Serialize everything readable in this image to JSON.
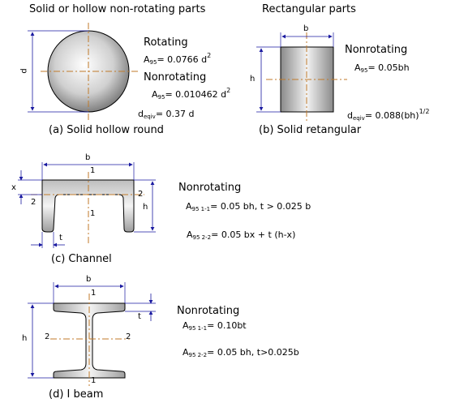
{
  "headers": {
    "round": "Solid or hollow non-rotating parts",
    "rect": "Rectangular parts"
  },
  "captions": {
    "a": "(a) Solid hollow round",
    "b": "(b) Solid retangular",
    "c": "(c) Channel",
    "d": "(d) I beam"
  },
  "labels": {
    "rotating": "Rotating",
    "nonrotating": "Nonrotating"
  },
  "symbols": {
    "A": "A",
    "d_main": "d",
    "d_eqiv": "d",
    "sub95": "95",
    "sub95_11": "95 1-1",
    "sub95_22": "95 2-2",
    "sub_eqiv": "eqiv",
    "exp2": "2",
    "exp_half": "1/2"
  },
  "formulas": {
    "round_rot": "= 0.0766 d",
    "round_nonrot": "= 0.010462 d",
    "round_deqiv": "= 0.37 d",
    "rect_A": "= 0.05bh",
    "rect_deqiv": "= 0.088(bh)",
    "ch_11": "= 0.05 bh,   t > 0.025 b",
    "ch_22": "= 0.05 bx + t (h-x)",
    "ib_11": "= 0.10bt",
    "ib_22": "= 0.05 bh, t>0.025b"
  },
  "dims": {
    "d": "d",
    "b": "b",
    "h": "h",
    "t": "t",
    "x": "x",
    "one": "1",
    "two": "2"
  },
  "colors": {
    "centerline": "#c07a2a",
    "outline": "#000000",
    "dimension": "#1a1aa0",
    "fill_light": "#f4f4f4",
    "fill_dark": "#8c8c8c"
  }
}
